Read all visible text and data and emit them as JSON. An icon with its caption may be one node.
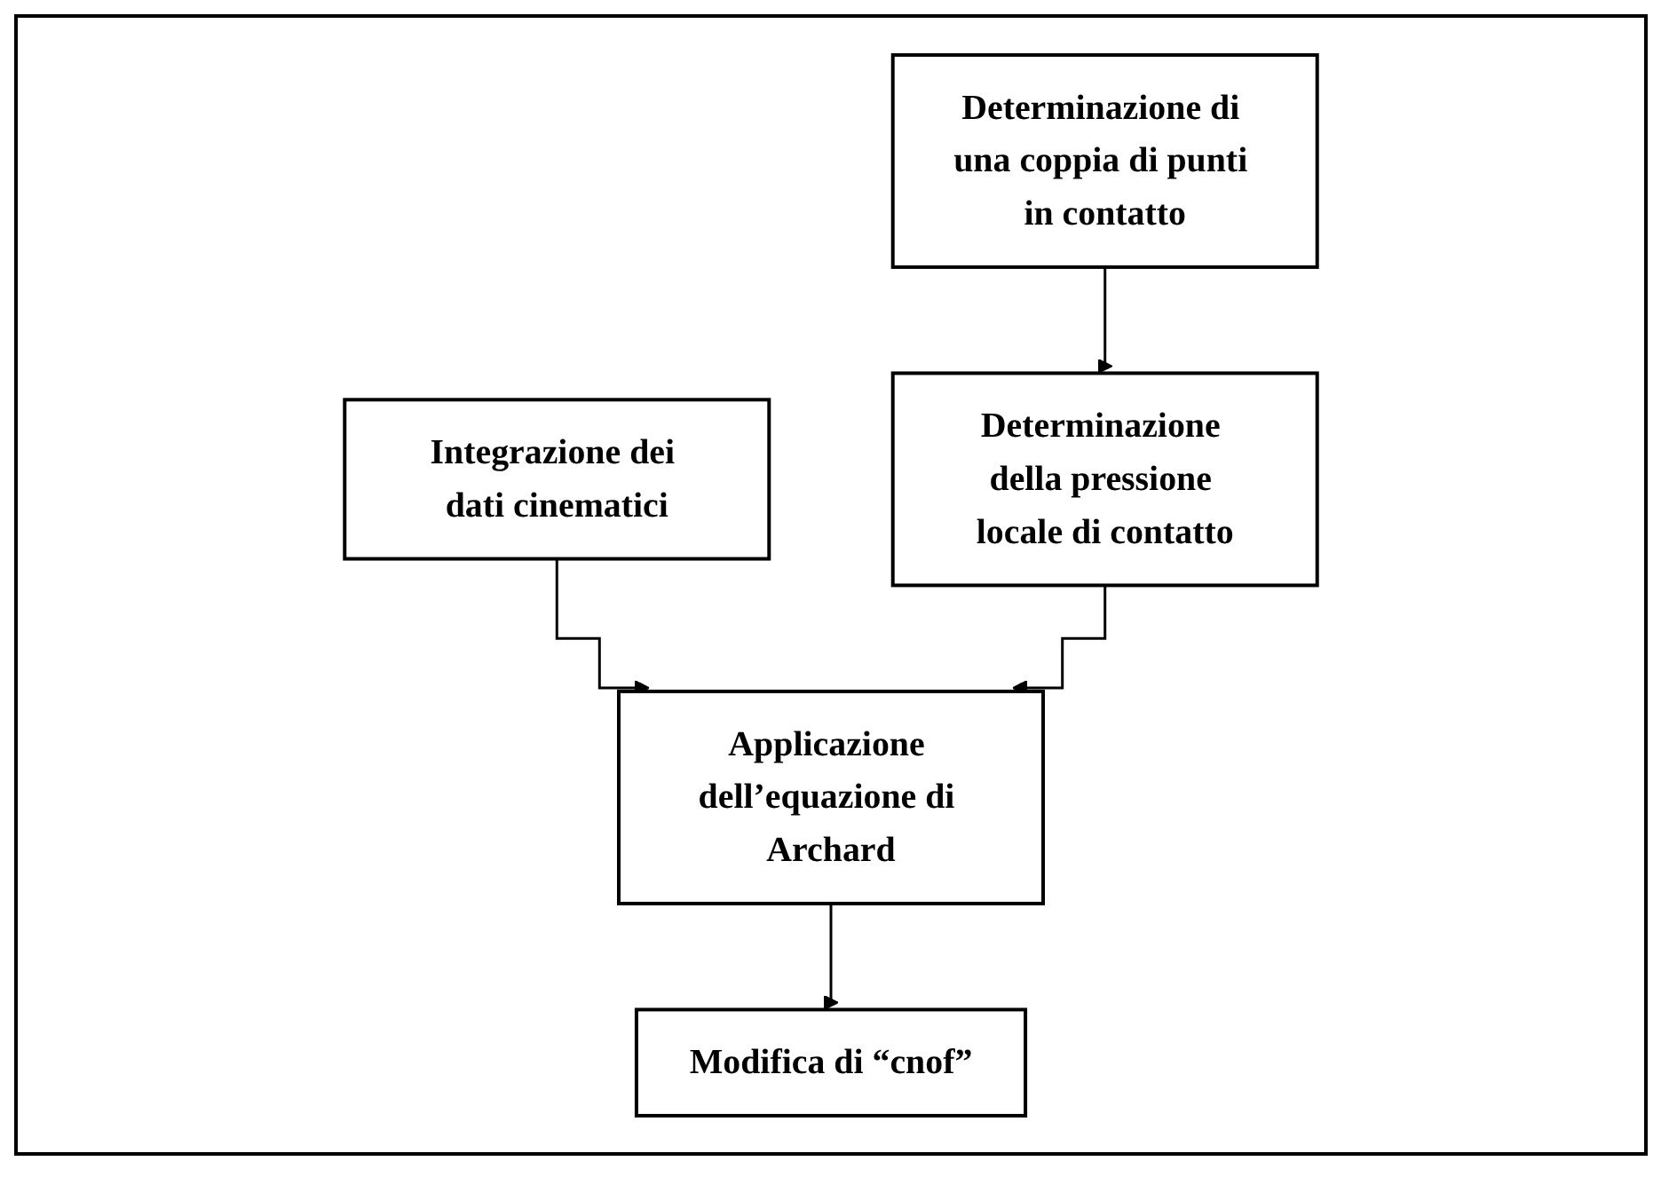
{
  "diagram": {
    "nodes": [
      {
        "text": [
          "Determinazione di una coppia di punti in contatto"
        ]
      },
      {
        "text": [
          "Integrazione dei dati cinematici"
        ]
      },
      {
        "text": [
          "Determinazione della pressione locale di contatto"
        ]
      },
      {
        "text": [
          "Applicazione dell’equazione di Archard"
        ]
      },
      {
        "text": [
          "Modifica di “cnof”"
        ]
      }
    ],
    "edges": [
      {
        "from": 0,
        "to": 2,
        "arrow": "to"
      },
      {
        "from": 1,
        "to": 3,
        "arrow": "to"
      },
      {
        "from": 2,
        "to": 3,
        "arrow": "to"
      },
      {
        "from": 3,
        "to": 4,
        "arrow": "to"
      }
    ]
  }
}
